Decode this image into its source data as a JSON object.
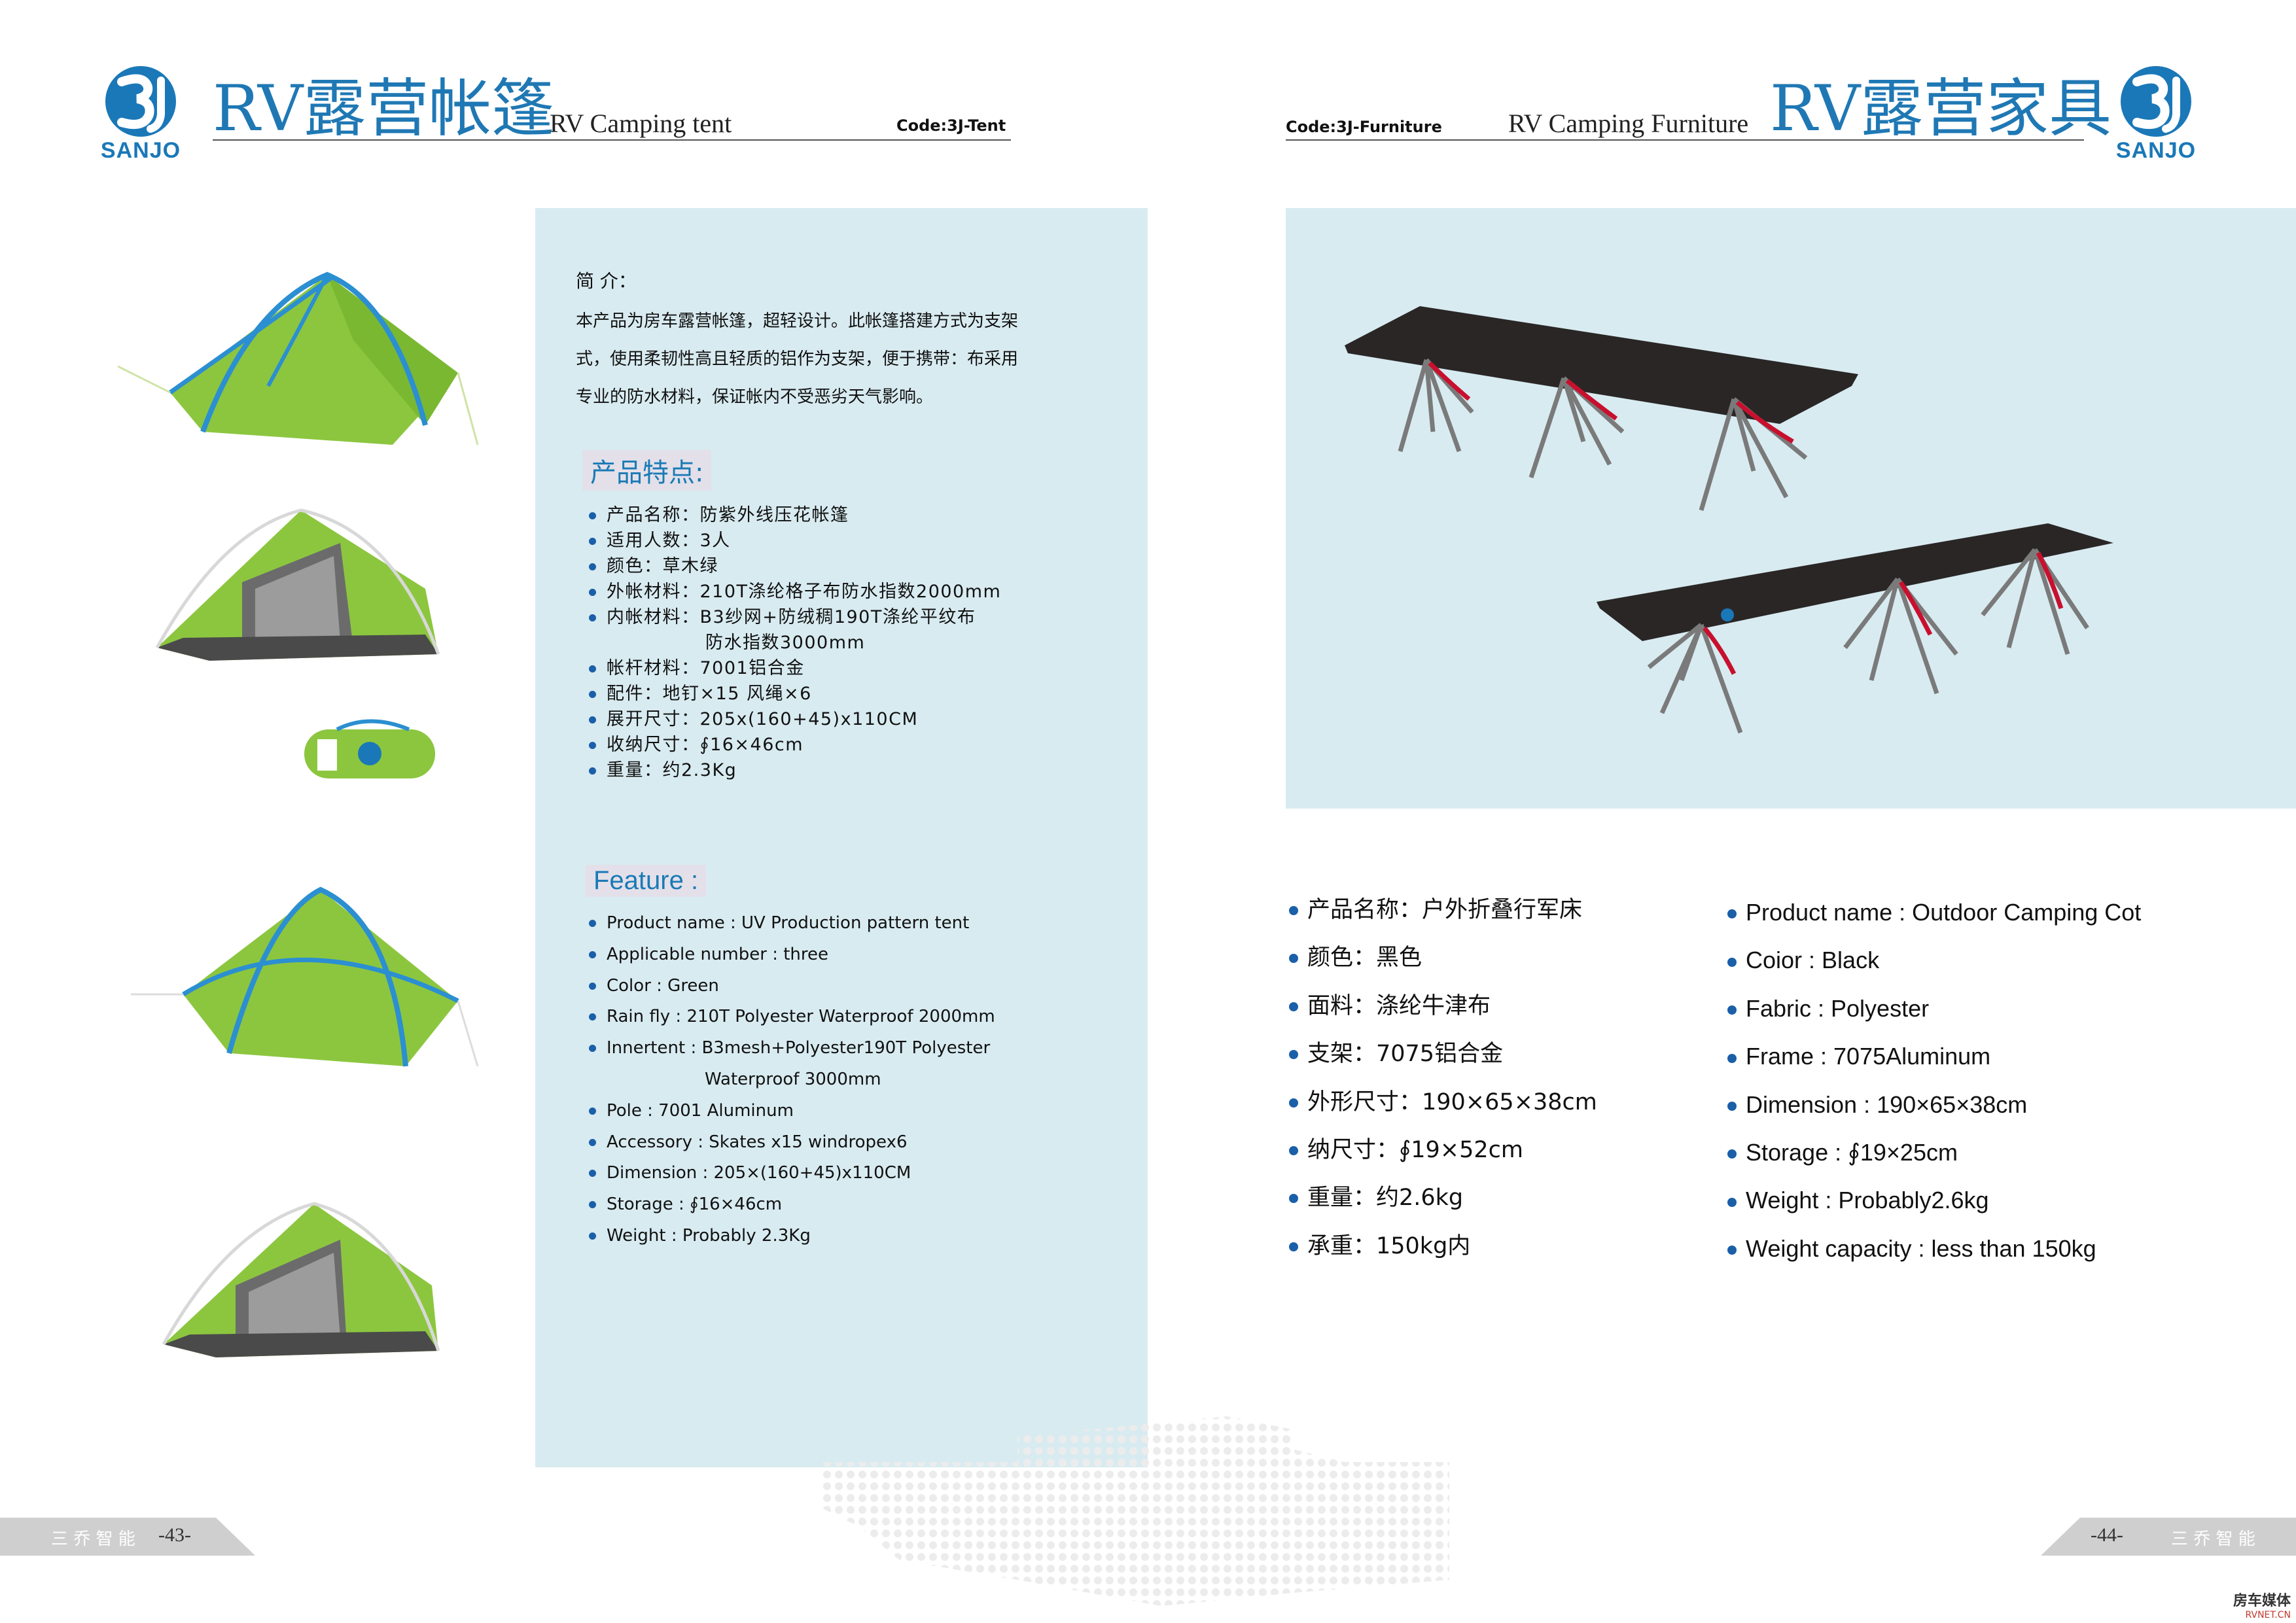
{
  "left_header": {
    "brand": "SANJO",
    "title_cn": "RV露营帐篷",
    "title_en": "RV Camping tent",
    "code": "Code:3J-Tent"
  },
  "right_header": {
    "brand": "SANJO",
    "title_cn": "RV露营家具",
    "title_en": "RV Camping Furniture",
    "code": "Code:3J-Furniture"
  },
  "intro": {
    "title": "简  介：",
    "lines": [
      "本产品为房车露营帐篷，超轻设计。此帐篷搭建方式为支架",
      "式，使用柔韧性高且轻质的铝作为支架，便于携带：布采用",
      "专业的防水材料，保证帐内不受恶劣天气影响。"
    ]
  },
  "features_cn": {
    "heading": "产品特点:",
    "items": [
      "产品名称：防紫外线压花帐篷",
      "适用人数：3人",
      "颜色：草木绿",
      "外帐材料：210T涤纶格子布防水指数2000mm",
      "内帐材料：B3纱网+防绒稠190T涤纶平纹布",
      "防水指数3000mm",
      "帐杆材料：7001铝合金",
      "配件：地钉×15    风绳×6",
      "展开尺寸：205x(160+45)x110CM",
      "收纳尺寸：∮16×46cm",
      "重量：约2.3Kg"
    ]
  },
  "features_en": {
    "heading": "Feature :",
    "items": [
      "Product name : UV Production pattern tent",
      "Applicable number : three",
      "Color : Green",
      "Rain fly : 210T Polyester Waterproof 2000mm",
      "Innertent : B3mesh+Polyester190T Polyester",
      "Waterproof 3000mm",
      "Pole :  7001 Aluminum",
      "Accessory : Skates x15    windropex6",
      "Dimension : 205×(160+45)x110CM",
      "Storage : ∮16×46cm",
      "Weight : Probably 2.3Kg"
    ]
  },
  "cot_specs_cn": [
    "产品名称：户外折叠行军床",
    "颜色：黑色",
    "面料：涤纶牛津布",
    "支架：7075铝合金",
    "外形尺寸：190×65×38cm",
    "纳尺寸：∮19×52cm",
    "重量：约2.6kg",
    "承重：150kg内"
  ],
  "cot_specs_en": [
    "Product name : Outdoor Camping Cot",
    "Coior : Black",
    "Fabric : Polyester",
    "Frame : 7075Aluminum",
    "Dimension : 190×65×38cm",
    "Storage : ∮19×25cm",
    "Weight : Probably2.6kg",
    "Weight capacity : less than 150kg"
  ],
  "footer": {
    "left_brand": "三 乔 智 能",
    "left_page": "-43-",
    "right_page": "-44-",
    "right_brand": "三 乔 智 能"
  },
  "watermark": {
    "line1": "房车媒体",
    "line2": "RVNET.CN"
  },
  "colors": {
    "brand_blue": "#1f78b4",
    "panel_bg": "#d8ebf1",
    "tent_green": "#8cc63f",
    "tent_pole_blue": "#2b8fd1",
    "cot_fabric": "#2a2626"
  }
}
